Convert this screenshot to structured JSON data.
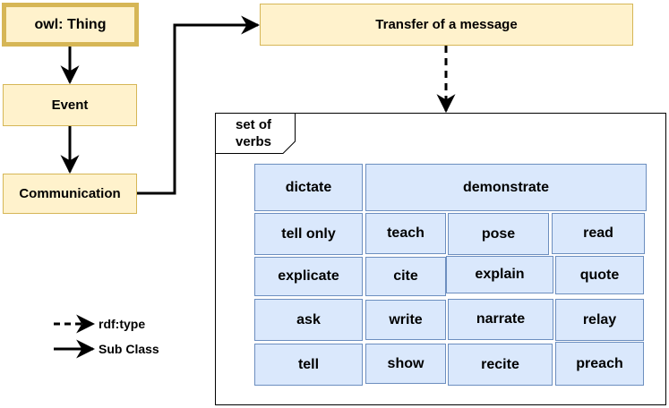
{
  "hierarchy": {
    "root": "owl: Thing",
    "event": "Event",
    "communication": "Communication",
    "transfer": "Transfer of a message"
  },
  "verb_set": {
    "title_line1": "set of",
    "title_line2": "verbs",
    "verbs": {
      "dictate": "dictate",
      "demonstrate": "demonstrate",
      "tell_only": "tell only",
      "teach": "teach",
      "pose": "pose",
      "read": "read",
      "explicate": "explicate",
      "cite": "cite",
      "explain": "explain",
      "quote": "quote",
      "ask": "ask",
      "write": "write",
      "narrate": "narrate",
      "relay": "relay",
      "tell": "tell",
      "show": "show",
      "recite": "recite",
      "preach": "preach"
    }
  },
  "legend": {
    "rdf_type": "rdf:type",
    "sub_class": "Sub Class"
  },
  "colors": {
    "class_fill": "#fff2cc",
    "class_stroke": "#d6b656",
    "verb_fill": "#dae8fc",
    "verb_stroke": "#6c8ebf"
  }
}
